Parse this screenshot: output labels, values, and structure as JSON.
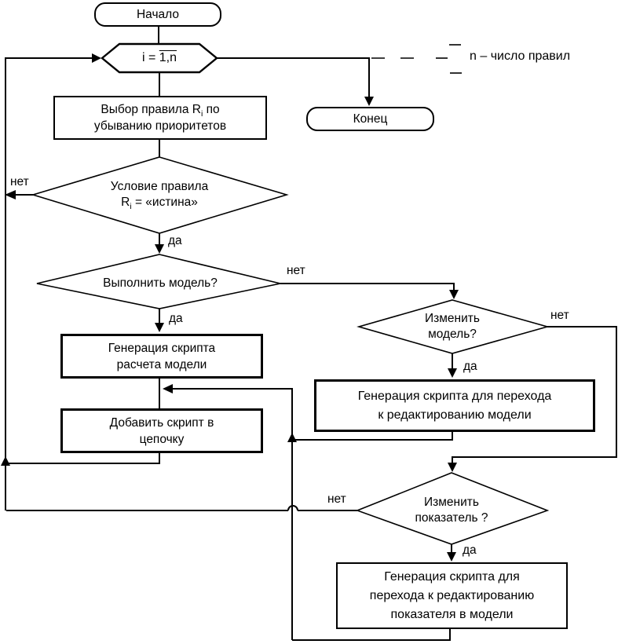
{
  "labels": {
    "yes": "да",
    "no": "нет"
  },
  "nodes": {
    "start": "Начало",
    "loop": {
      "prefix": "i = ",
      "overlined": "1,n"
    },
    "select_rule": {
      "l1a": "Выбор правила R",
      "l1sub": "i",
      "l1b": " по",
      "l2": "убыванию приоритетов"
    },
    "condition": {
      "l1": "Условие правила",
      "l2a": "R",
      "l2sub": "i",
      "l2b": " = «истина»"
    },
    "run_model": "Выполнить модель?",
    "gen_calc": {
      "l1": "Генерация скрипта",
      "l2": "расчета модели"
    },
    "add_script": {
      "l1": "Добавить скрипт в",
      "l2": "цепочку"
    },
    "edit_model": {
      "l1": "Изменить",
      "l2": "модель?"
    },
    "gen_edit_model": {
      "l1": "Генерация скрипта для перехода",
      "l2": "к редактированию модели"
    },
    "edit_indicator": {
      "l1": "Изменить",
      "l2": "показатель ?"
    },
    "gen_edit_indicator": {
      "l1": "Генерация скрипта для",
      "l2": "перехода к редактированию",
      "l3": "показателя в модели"
    },
    "end": "Конец"
  },
  "annotation": "n – число правил",
  "colors": {
    "stroke": "#000000",
    "background": "#ffffff"
  }
}
